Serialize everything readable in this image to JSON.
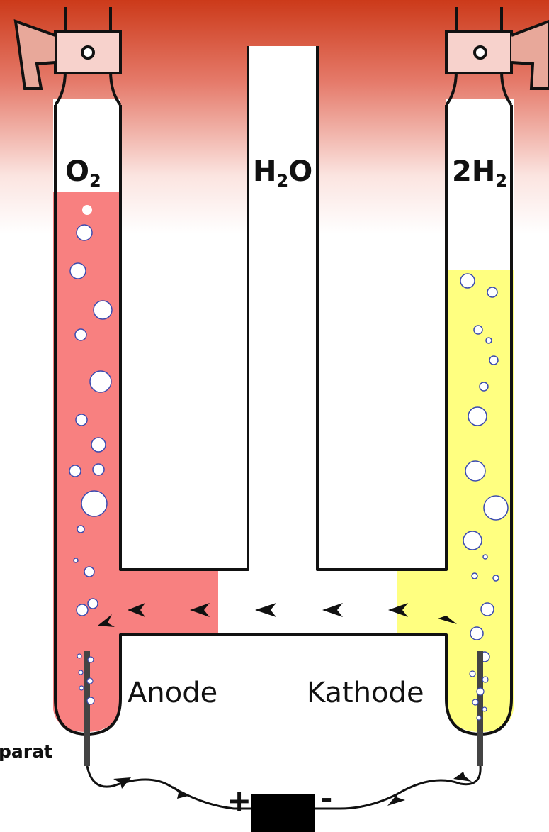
{
  "labels": {
    "left_tube_gas": "O",
    "left_tube_sub": "2",
    "center_tube_a": "H",
    "center_tube_sub": "2",
    "center_tube_b": "O",
    "right_tube_a": "2H",
    "right_tube_sub": "2",
    "anode": "Anode",
    "cathode": "Kathode",
    "plus": "+",
    "minus": "-",
    "left_edge_text": "parat"
  },
  "colors": {
    "anode_liquid": "#f88080",
    "cathode_liquid": "#ffff80",
    "header_gradient_top": "#cc3a1a",
    "outline": "#111111",
    "electrode": "#444444"
  },
  "icons": {
    "stopcock": "stopcock-valve",
    "battery": "battery-block",
    "flow_arrow": "arrowhead-left"
  }
}
